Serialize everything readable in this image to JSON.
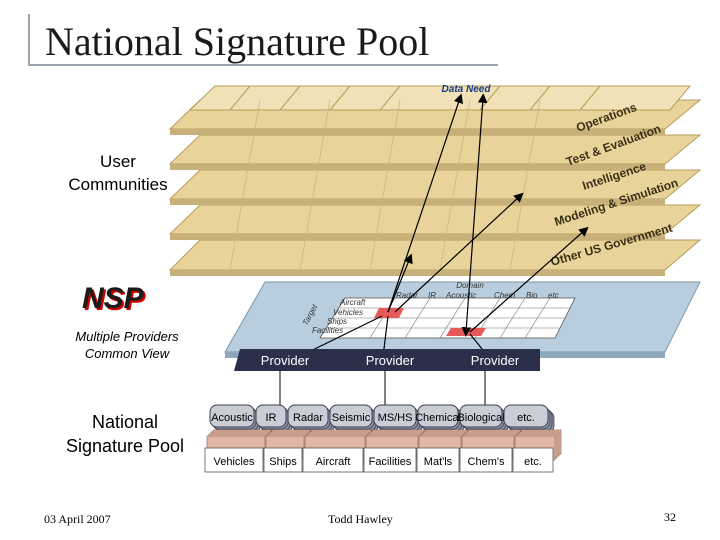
{
  "title": "National Signature Pool",
  "user_communities_label": [
    "User",
    "Communities"
  ],
  "nsp_label": "NSP",
  "multiple_providers_label": [
    "Multiple Providers",
    "Common View"
  ],
  "national_pool_label": [
    "National",
    "Signature Pool"
  ],
  "data_need_label": "Data Need",
  "communities": [
    "Operations",
    "Test & Evaluation",
    "Intelligence",
    "Modeling & Simulation",
    "Other US Government"
  ],
  "matrix": {
    "domain_label": "Domain",
    "columns": [
      "Radar",
      "IR",
      "Acoustic",
      "Chem",
      "Bio",
      "etc"
    ],
    "target_label": "Target",
    "rows": [
      "Aircraft",
      "Vehicles",
      "Ships",
      "Facilities"
    ]
  },
  "providers": [
    "Provider",
    "Provider",
    "Provider"
  ],
  "domain_cards": [
    "Acoustic",
    "IR",
    "Radar",
    "Seismic",
    "MS/HS",
    "Chemical",
    "Biological",
    "etc."
  ],
  "target_cards": [
    "Vehicles",
    "Ships",
    "Aircraft",
    "Facilities",
    "Mat'ls",
    "Chem's",
    "etc."
  ],
  "footer": {
    "date": "03 April 2007",
    "author": "Todd Hawley",
    "page": "32"
  },
  "colors": {
    "layer": "#e8d49a",
    "layer_edge": "#b89d5a",
    "nsp_plane": "#b8cede",
    "highlight": "#e65a5a",
    "cards": "#c9cdd6"
  }
}
